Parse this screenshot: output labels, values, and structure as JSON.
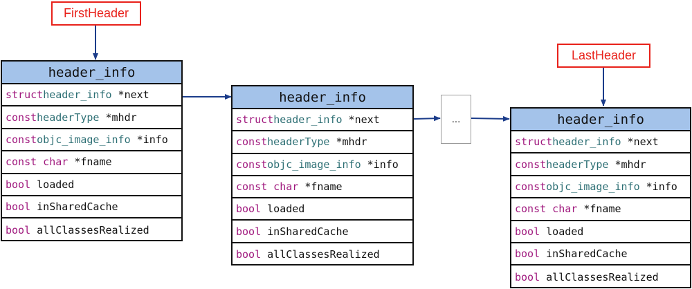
{
  "labels": {
    "first": "FirstHeader",
    "last": "LastHeader"
  },
  "ellipsis": "...",
  "structs": [
    {
      "title": "header_info",
      "fields": [
        {
          "kw": "struct",
          "type": "header_info",
          "name": " *next"
        },
        {
          "kw": "const",
          "type": "headerType",
          "name": " *mhdr"
        },
        {
          "kw": "const",
          "type": "objc_image_info",
          "name": " *info"
        },
        {
          "kw": "const char",
          "type": "",
          "name": " *fname"
        },
        {
          "kw": "bool",
          "type": "",
          "name": " loaded"
        },
        {
          "kw": "bool",
          "type": "",
          "name": " inSharedCache"
        },
        {
          "kw": "bool",
          "type": "",
          "name": " allClassesRealized"
        }
      ]
    },
    {
      "title": "header_info",
      "fields": [
        {
          "kw": "struct",
          "type": "header_info",
          "name": " *next"
        },
        {
          "kw": "const",
          "type": "headerType",
          "name": " *mhdr"
        },
        {
          "kw": "const",
          "type": "objc_image_info",
          "name": " *info"
        },
        {
          "kw": "const char",
          "type": "",
          "name": " *fname"
        },
        {
          "kw": "bool",
          "type": "",
          "name": " loaded"
        },
        {
          "kw": "bool",
          "type": "",
          "name": " inSharedCache"
        },
        {
          "kw": "bool",
          "type": "",
          "name": " allClassesRealized"
        }
      ]
    },
    {
      "title": "header_info",
      "fields": [
        {
          "kw": "struct",
          "type": "header_info",
          "name": " *next"
        },
        {
          "kw": "const",
          "type": "headerType",
          "name": " *mhdr"
        },
        {
          "kw": "const",
          "type": "objc_image_info",
          "name": " *info"
        },
        {
          "kw": "const char",
          "type": "",
          "name": " *fname"
        },
        {
          "kw": "bool",
          "type": "",
          "name": " loaded"
        },
        {
          "kw": "bool",
          "type": "",
          "name": " inSharedCache"
        },
        {
          "kw": "bool",
          "type": "",
          "name": " allClassesRealized"
        }
      ]
    }
  ],
  "colors": {
    "keyword": "#a0197e",
    "type": "#2d6f74",
    "title_fill": "#a4c3ea",
    "label": "#e8211a",
    "arrow": "#1b3c8a"
  }
}
